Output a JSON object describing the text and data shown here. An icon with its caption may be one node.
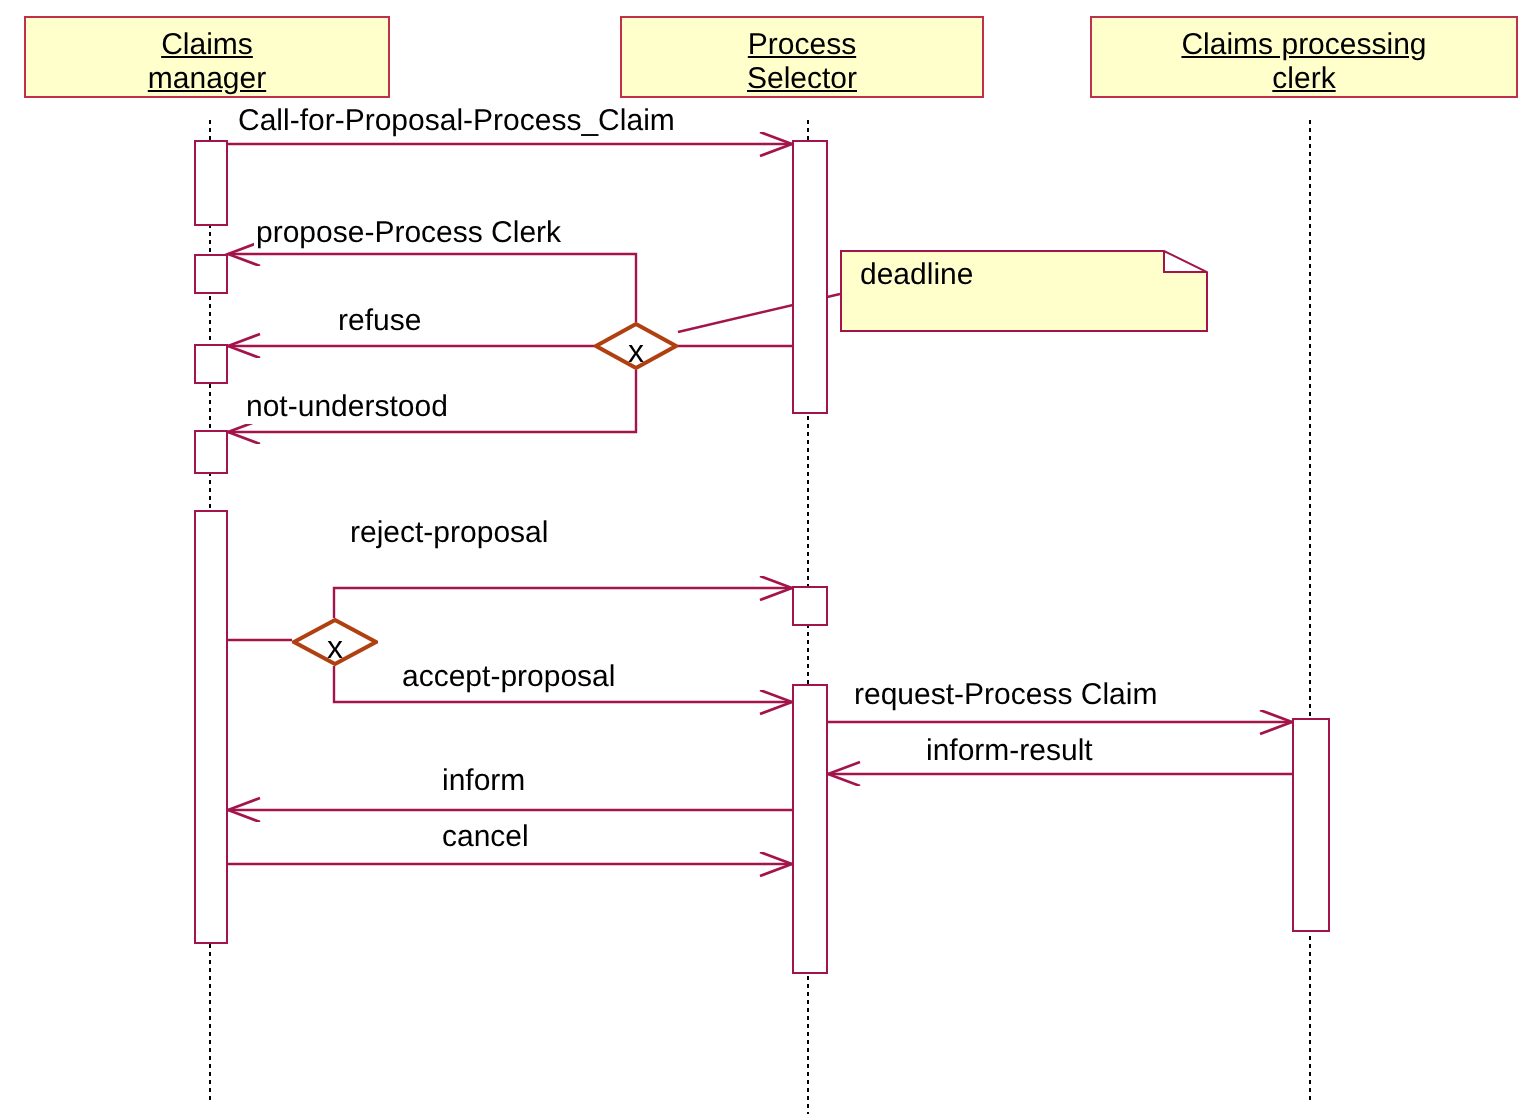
{
  "diagram": {
    "nodes": [
      {
        "text": [
          "Claims manager"
        ]
      },
      {
        "text": [
          "Process Selector"
        ]
      },
      {
        "text": [
          "Claims processing clerk"
        ]
      },
      {
        "text": [],
        "shape": "bar"
      },
      {
        "text": [],
        "shape": "bar"
      },
      {
        "text": [],
        "shape": "bar"
      },
      {
        "text": [],
        "shape": "bar"
      },
      {
        "text": [],
        "shape": "bar"
      },
      {
        "text": [],
        "shape": "bar"
      },
      {
        "text": [],
        "shape": "bar"
      },
      {
        "text": [],
        "shape": "bar"
      },
      {
        "text": [],
        "shape": "bar"
      },
      {
        "text": [
          "x"
        ]
      },
      {
        "text": [
          "x"
        ]
      },
      {
        "text": [
          "deadline"
        ]
      }
    ],
    "edges": [
      {
        "from": 3,
        "to": 4,
        "arrow": "to",
        "label": "Call-for-Proposal-Process_Claim"
      },
      {
        "from": 4,
        "to": 12,
        "arrow": "none"
      },
      {
        "from": 12,
        "to": 5,
        "arrow": "to",
        "label": "propose-Process Clerk"
      },
      {
        "from": 12,
        "to": 6,
        "arrow": "to",
        "label": "refuse"
      },
      {
        "from": 12,
        "to": 7,
        "arrow": "to",
        "label": "not-understood"
      },
      {
        "from": 14,
        "to": 12,
        "arrow": "none"
      },
      {
        "from": 8,
        "to": 13,
        "arrow": "none"
      },
      {
        "from": 13,
        "to": 9,
        "arrow": "to",
        "label": "reject-proposal"
      },
      {
        "from": 13,
        "to": 10,
        "arrow": "to",
        "label": "accept-proposal"
      },
      {
        "from": 10,
        "to": 11,
        "arrow": "to",
        "label": "request-Process Claim"
      },
      {
        "from": 11,
        "to": 10,
        "arrow": "to",
        "label": "inform-result"
      },
      {
        "from": 10,
        "to": 8,
        "arrow": "to",
        "label": "inform"
      },
      {
        "from": 8,
        "to": 10,
        "arrow": "to",
        "label": "cancel"
      }
    ]
  }
}
